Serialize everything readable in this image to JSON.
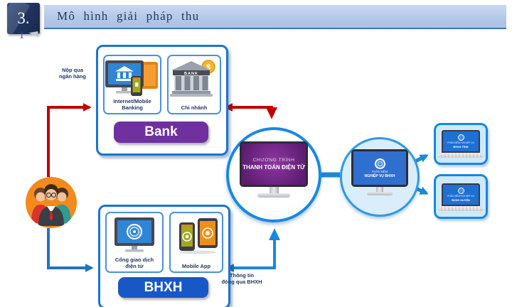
{
  "slide": {
    "section_number": "3.",
    "section_subnumber": "1",
    "title": "Mô hình giải pháp thu"
  },
  "bank_group": {
    "channel1_line1": "Internet/Mobile",
    "channel1_line2": "Banking",
    "channel2_label": "Chi nhánh",
    "building_sign": "BANK",
    "coin_symbol": "$",
    "button_label": "Bank"
  },
  "bhxh_group": {
    "channel1_line1": "Cổng giao dịch",
    "channel1_line2": "điện tử",
    "channel2_label": "Mobile App",
    "button_label": "BHXH"
  },
  "payment_hub": {
    "line1": "CHƯƠNG TRÌNH",
    "line2": "THANH TOÁN ĐIỆN TỬ"
  },
  "software_hub": {
    "line1": "PHẦN MỀM",
    "line2": "NGHIỆP VỤ BHXH"
  },
  "endpoints": [
    {
      "line1": "PHẦN MỀM NGHIỆP VỤ",
      "line2": "BHXH TỈNH"
    },
    {
      "line1": "PHẦN MỀM NGHIỆP VỤ",
      "line2": "BHXH HUYỆN"
    }
  ],
  "arrow_labels": {
    "via_bank_line1": "Nộp qua",
    "via_bank_line2": "ngân hàng",
    "via_bhxh_line1": "Thông tin",
    "via_bhxh_line2": "đóng qua BHXH"
  },
  "colors": {
    "header_bg": "#b5c9e8",
    "header_text": "#1f3864",
    "section_box": "#22345f",
    "red_flow": "#c00000",
    "blue_flow": "#2173c2",
    "bank_button": "#7030a0",
    "bhxh_button": "#1857c6",
    "group_border": "#1b74d0",
    "hub_border": "#1787e8",
    "people_circle": "#f28a1e",
    "payment_screen": "#7b2a8c",
    "software_screen": "#2f6fd0"
  }
}
